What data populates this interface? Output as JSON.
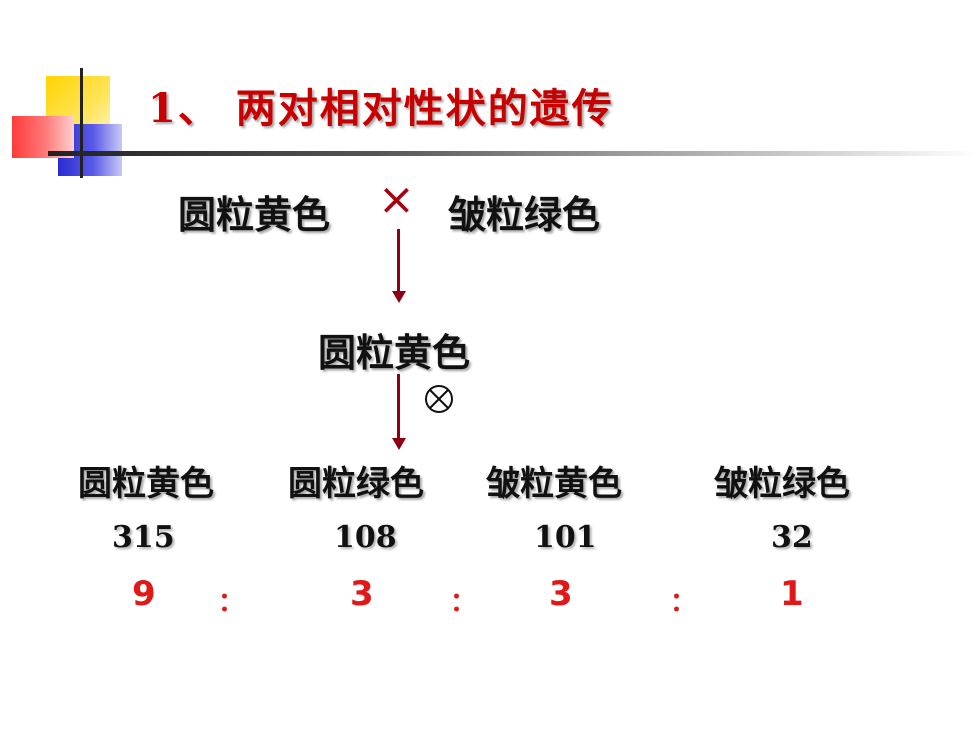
{
  "title": "1、 两对相对性状的遗传",
  "cross": {
    "parent_1": "圆粒黄色",
    "symbol": "×",
    "parent_2": "皱粒绿色"
  },
  "f1": {
    "phenotype": "圆粒黄色",
    "selfing_icon": "circled-times-icon"
  },
  "f2": {
    "phenotypes": [
      "圆粒黄色",
      "圆粒绿色",
      "皱粒黄色",
      "皱粒绿色"
    ],
    "counts": [
      "315",
      "108",
      "101",
      "32"
    ],
    "ratio": [
      "9",
      "3",
      "3",
      "1"
    ],
    "separator": "："
  },
  "colors": {
    "title": "#c80000",
    "ratio": "#e01818",
    "arrow": "#8b0014",
    "cross": "#a80010"
  }
}
